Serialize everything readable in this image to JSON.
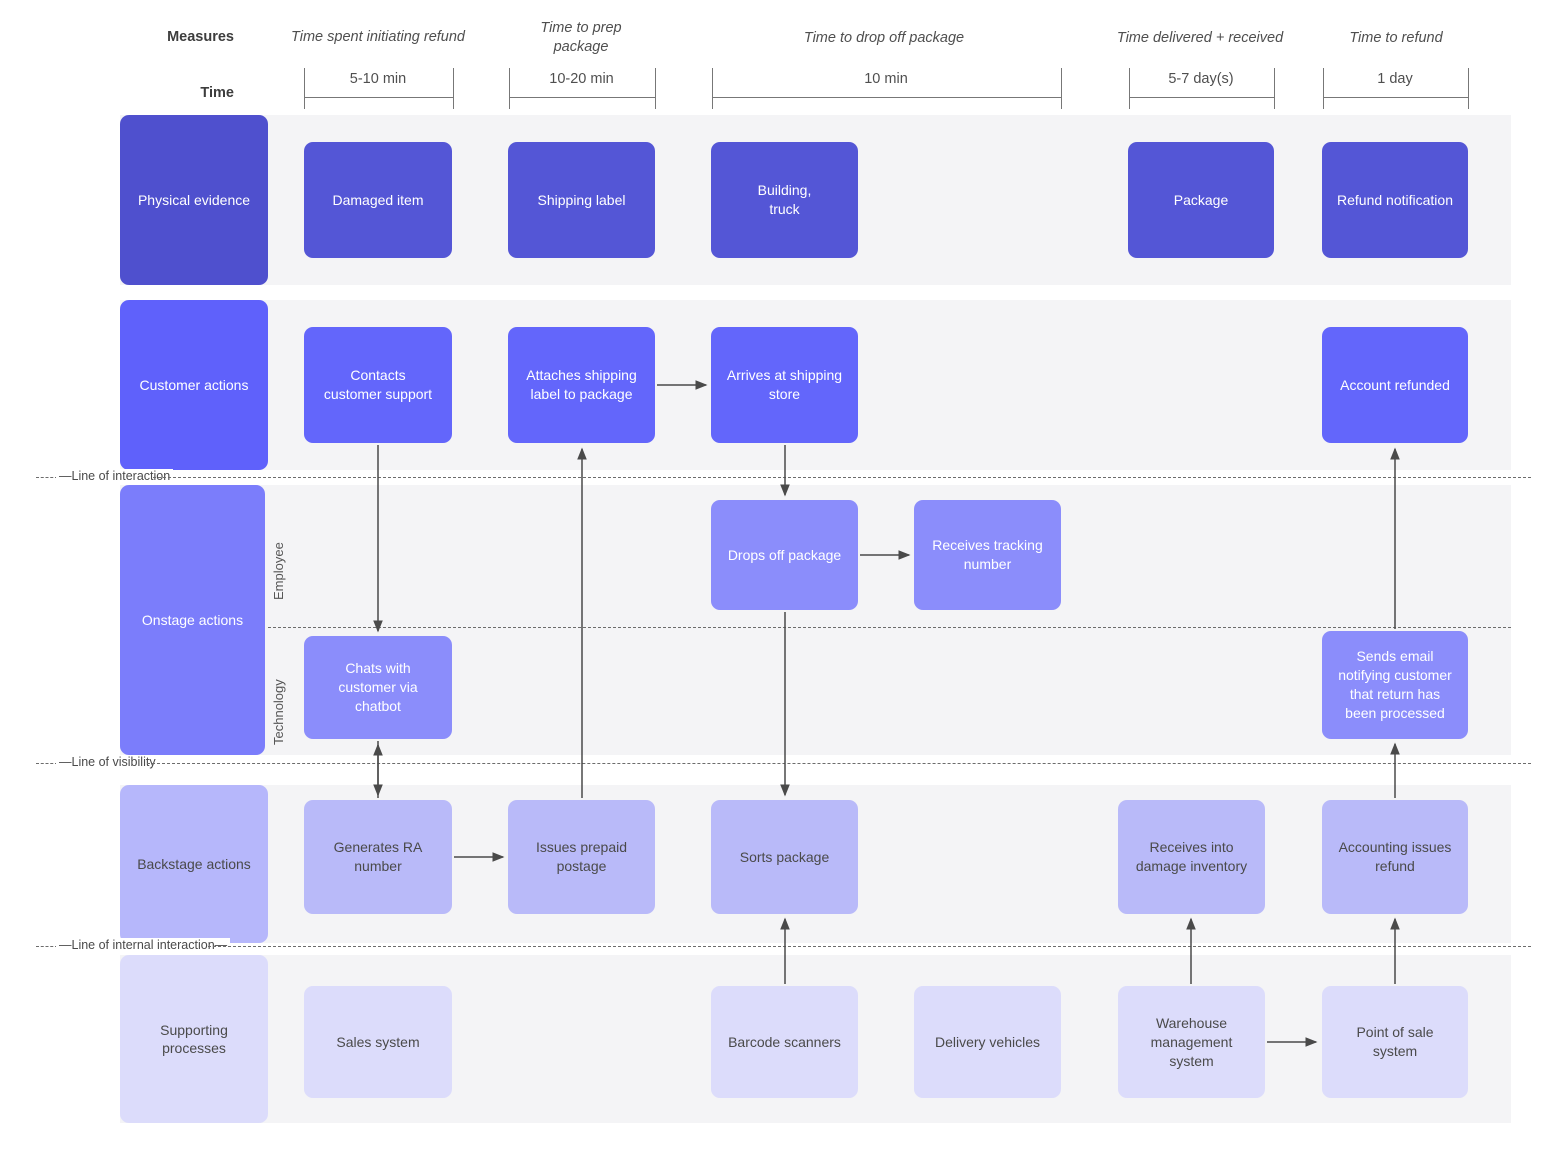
{
  "header": {
    "measures_key": "Measures",
    "time_key": "Time",
    "measures": [
      "Time spent initiating refund",
      "Time to prep package",
      "Time to drop off package",
      "Time delivered + received",
      "Time to refund"
    ],
    "times": [
      "5-10 min",
      "10-20 min",
      "10 min",
      "5-7 day(s)",
      "1 day"
    ]
  },
  "dividers": [
    "—Line of interaction",
    "—Line of visibility",
    "—Line of internal interaction—"
  ],
  "sublanes": {
    "employee": "Employee",
    "technology": "Technology"
  },
  "rows": [
    {
      "label": "Physical evidence",
      "chip_color": "#4f50ce",
      "chip_text_color": "#ffffff",
      "card_color": "#5456d6",
      "card_text_color": "#ffffff",
      "cards": [
        "Damaged item",
        "Shipping label",
        "Building,\ntruck",
        "Package",
        "Refund notification"
      ]
    },
    {
      "label": "Customer actions",
      "chip_color": "#5f61fb",
      "chip_text_color": "#ffffff",
      "card_color": "#6366fb",
      "card_text_color": "#ffffff",
      "cards": [
        "Contacts\ncustomer support",
        "Attaches shipping\nlabel to package",
        "Arrives at shipping\nstore",
        "Account refunded"
      ]
    },
    {
      "label": "Onstage actions",
      "chip_color": "#7b7dfb",
      "chip_text_color": "#ffffff",
      "card_color": "#8b8dfb",
      "card_text_color": "#ffffff",
      "cards_employee": [
        "Drops off package",
        "Receives tracking\nnumber"
      ],
      "cards_technology": [
        "Chats with\ncustomer via\nchatbot",
        "Sends email\nnotifying customer\nthat return has\nbeen processed"
      ]
    },
    {
      "label": "Backstage actions",
      "chip_color": "#b6b7fb",
      "chip_text_color": "#4a4a4a",
      "card_color": "#b9baf9",
      "card_text_color": "#4a4a4a",
      "cards": [
        "Generates RA\nnumber",
        "Issues prepaid\npostage",
        "Sorts package",
        "Receives into\ndamage inventory",
        "Accounting issues\nrefund"
      ]
    },
    {
      "label": "Supporting processes",
      "chip_color": "#dcdcfb",
      "chip_text_color": "#4a4a4a",
      "card_color": "#dcdcfb",
      "card_text_color": "#4a4a4a",
      "cards": [
        "Sales system",
        "Barcode scanners",
        "Delivery vehicles",
        "Warehouse\nmanagement\nsystem",
        "Point of sale\nsystem"
      ]
    }
  ]
}
